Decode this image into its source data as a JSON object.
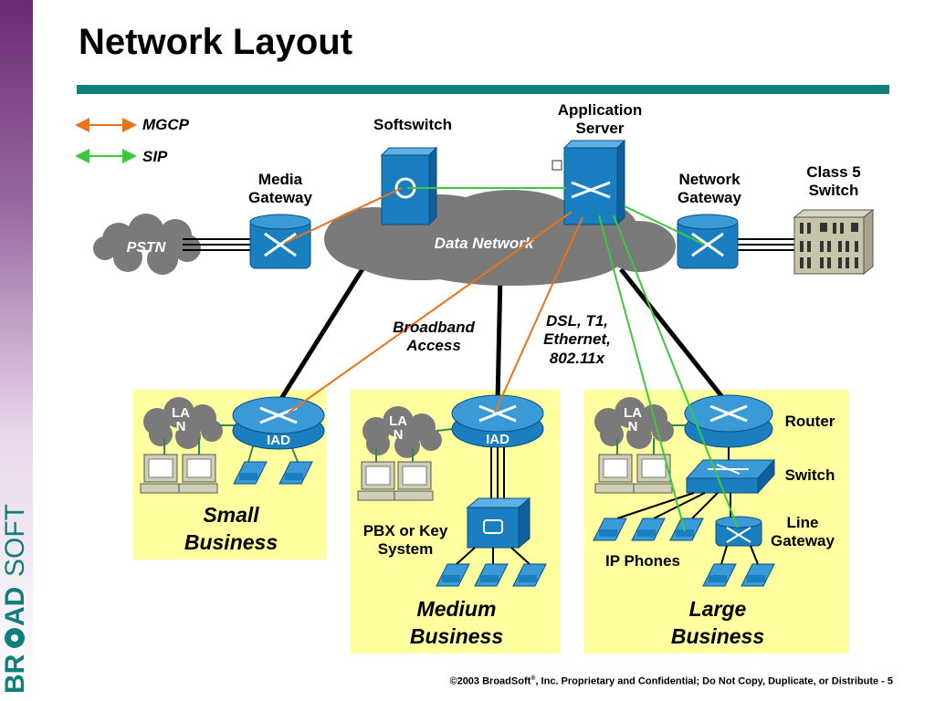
{
  "title": "Network Layout",
  "legend": [
    {
      "label": "MGCP",
      "color": "#e8731a"
    },
    {
      "label": "SIP",
      "color": "#3cc83c"
    }
  ],
  "nodes": {
    "softswitch": "Softswitch",
    "application_server_line1": "Application",
    "application_server_line2": "Server",
    "media_gateway_line1": "Media",
    "media_gateway_line2": "Gateway",
    "network_gateway_line1": "Network",
    "network_gateway_line2": "Gateway",
    "class5_line1": "Class 5",
    "class5_line2": "Switch",
    "pstn": "PSTN",
    "data_network": "Data Network"
  },
  "access": {
    "broadband_line1": "Broadband",
    "broadband_line2": "Access",
    "dsl_line1": "DSL, T1,",
    "dsl_line2": "Ethernet,",
    "dsl_line3": "802.11x"
  },
  "sites": {
    "small": {
      "lan_line1": "LA",
      "lan_line2": "N",
      "iad": "IAD",
      "name_line1": "Small",
      "name_line2": "Business"
    },
    "medium": {
      "lan_line1": "LA",
      "lan_line2": "N",
      "iad": "IAD",
      "pbx_line1": "PBX or Key",
      "pbx_line2": "System",
      "name_line1": "Medium",
      "name_line2": "Business"
    },
    "large": {
      "lan_line1": "LA",
      "lan_line2": "N",
      "router": "Router",
      "switch": "Switch",
      "line_gateway_line1": "Line",
      "line_gateway_line2": "Gateway",
      "ip_phones": "IP Phones",
      "name_line1": "Large",
      "name_line2": "Business"
    }
  },
  "footer": {
    "copyright": "©2003 BroadSoft",
    "reg": "®",
    "rest": ", Inc. Proprietary and Confidential; Do Not Copy, Duplicate, or Distribute - 5"
  },
  "brand": {
    "logo_text": "BROADSOFT",
    "accent": "#0f7f7a",
    "cisco_blue": "#1a7fc0",
    "box_fill": "#ffffa0"
  }
}
